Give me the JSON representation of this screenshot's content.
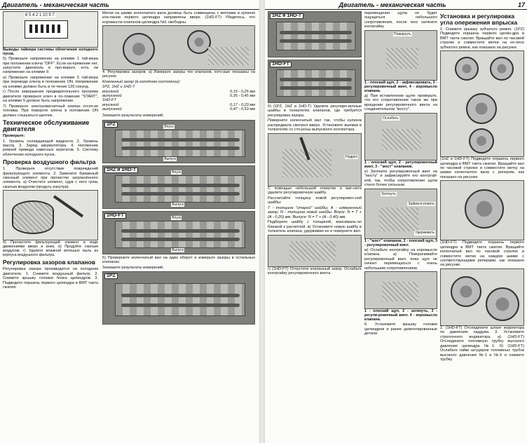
{
  "left": {
    "header": "Двигатель - механическая часть",
    "col1": {
      "fig_timer_labels": "6 5 4 2   1 10 9 7",
      "timer_caption": "Выводы таймера системы облегчения холодного пуска.",
      "p1": "5) Проверьте напряжение на клемме 1 тай-мера при положении ключа \"OFF\". Если на-пряжение нет, запустите двигатель и про-верьте, есть ли напряжение на клемме 9.",
      "p2": "а) Проверьте напряжение на клемме 5 тай-мера при переводе ключа в положение ON. Напряжение на клемме должно быть в те-чение 120 секунд.",
      "p3": "г) После завершения предварительного прогрева двигателя проверьте ключ в по-ложение \"START\", на клемме 5 должно быть напряжение.",
      "p4": "7) Проверьте электромагнитный клапан отсеч-ки топлива. При повороте ключа в положение ON должен слышаться щелчок.",
      "h_service": "Техническое обслуживание двигателя",
      "check_head": "Проверьте:",
      "check_items": "1. Уровень охлаждающей жидкости. 2. Уровень масла. 3. Заряд аккумулятора. 4. Натяжение ремней привода навесных агрегатов. 5. Систему облегчения холодного пуска.",
      "h_filter": "Проверка воздушного фильтра",
      "filter_text": "1. Проверьте отсутствие повреждений фильтрующего элемента. 2. Замените бумажный сменный элемент при прочистке загрязнённого элемента. а) Очистите элемент, сдув с него грязь сжатым воздухом (продуть изнутри).",
      "filter_caption": "б) Прочистите фильтрующий элемент в воде движениями вверх и вниз. в) Продуйте сжатым воздухом. г) Удалите влажной ветошью пыль из корпуса воздушного фильтра.",
      "h_valves": "Регулировка зазоров клапанов",
      "valves_text": "Регулировка зазора производится на холодном двигателе. 1. Снимите воздушный фильтр. 2. Снимите крышку головки блока цилиндров. 3. Подведите поршень первого цилиндра в ВМТ такта сжатия."
    },
    "col2": {
      "p_top": "Метки на шкиве коленчатого вала должны быть совмещены с метками и купачек кла-панов первого цилиндра направлены вверх. (1HD-FT) Убедитесь, что коромысла клапанов цилиндра №1 свободны.",
      "fig1_caption": "4. Регулировка зазоров. а) Измерьте зазоры тех клапанов, кото-рые показаны на рисунке.",
      "table_title": "Клапанный зазор (в холодном состоянии):",
      "table_rows": [
        {
          "k": "1PZ, 1HZ и 1HD-T",
          "v": ""
        },
        {
          "k": "впускной",
          "v": "0,15 - 0,25 мм"
        },
        {
          "k": "выпускной",
          "v": "0,35 - 0,45 мм"
        },
        {
          "k": "1HD-FT",
          "v": ""
        },
        {
          "k": "впускной",
          "v": "0,17 - 0,23 мм"
        },
        {
          "k": "выпускной",
          "v": "0,47 - 0,53 мм"
        }
      ],
      "save_results": "Запишите результаты измерений.",
      "fig_1pz": "1PZ",
      "fig_1hz": "1HZ и 1HD-T",
      "fig_1hdft": "1HD-FT",
      "intake": "Впуск",
      "exhaust": "Выпуск",
      "turn_note": "5) Проверните коленчатый вал на один оборот и измерьте зазоры в остальных клапанах.",
      "save_results2": "Запишите результаты измерений.",
      "fig_1pz_b": "1PZ"
    }
  },
  "right": {
    "header": "Двигатель - механическая часть",
    "page_number": "17",
    "col1": {
      "fig_1hz": "1HZ и 1HD-T",
      "fig_1hdft": "1HD-FT",
      "p1": "б) (1PZ, 1HZ и 1HD-T) Удалите регулиро-вочные шайбы в толкателях клапанов, где требуется регулировка зазора.",
      "p2": "Поверните коленчатый вал так, чтобы кулачок распредвала смотрел вверх. Установите выемки в толкателях со сто-роны выпускного коллектора.",
      "nadrez": "Надрез",
      "p3": "С помощью небольшой отвертки и маг-нита удалите регулировочную шайбу.",
      "formula_head": "Рассчитайте толщину новой регулировоч-ной шайбы:",
      "formula": "Т - толщина \"старой\" шайбы; А - измеренный зазор; N - толщина новой шайбы. Впуск: N = T + (A - 0,20) мм. Выпуск: N = T + (A - 0,40) мм.",
      "p4": "Подберите шайбу с толщиной, максималь-но близкой к расчетной. в) Установите новую шайбу в толкатель клапана, удерживая ее и поверните вал.",
      "p5": "г) (1HD-FT) Отпустите клапанный зазор. Ослабьте контргайку регулировочного винта."
    },
    "col2": {
      "p_top": "перемещения щупа не будет ощущаться небольшого сопротивления, после чего затяните контргайку.",
      "povernut": "Повернуть",
      "fig_caption1": "1 - плоский щуп, 2 - зафиксировать, 3 - регулировочный винт, 4 - коромысло клапана.",
      "p2": "д) При вставленном щупе проверьте, что его сопротивление такое же при вращении регулировочного винта на соединительном \"мосту\".",
      "oslabit": "Ослабить",
      "fig_caption2": "1 - плоский щуп, 2 - регулировочный винт, 3 - \"мост\" клапанов.",
      "p3": "е) Затяните регулировочный винт на \"мосту\" и зафиксируйте его контргай-кой, так, чтобы сопротивление щупа стало более сильным.",
      "zatyanut": "Затянуть",
      "zafiksirovat": "Зафикси-ровать",
      "uderzhat": "Удерживать",
      "fig_caption3": "1 - \"мост\" клапанов, 2 - плоский щуп, 3 - регулировочный винт.",
      "p4": "ж) Ослабьте контргайку на коромысле клапана. а) Поворачивайте регулировочный винт, пока щуп не начнет перемещаться с очень небольшим сопротивлением.",
      "fig_caption4": "1 - плоский щуп, 2 - затянуть, 3 - регули-ровочный винт, 4 - коромысло клапана.",
      "p5": "6. Установите крышку головки цилиндров и ранее демонтированные детали."
    },
    "col3": {
      "h_timing": "Установка и регулировка угла опережения впрыска",
      "p1": "1. Снимите крышку зубчатого ремня. (1PZ) Подведите поршень первого цилин-дра в ВМТ такта сжатия. Вращайте вал по часовой стрелке и совместите метки на ко-лесе зубчатого ремня, как показано на рисунке.",
      "p2": "(1HZ и 1HD-FT) Подведите поршень первого цилиндра в ВМТ такта сжатия. Вращайте вал по часовой стрелке и совместите метку на шкиве коленчатого вала с репером, как показано на рисунке.",
      "p3": "(1HD-FT) Подведите поршень первого цилиндра в ВМТ такта сжатия. Вращайте коленчатый вал по часовой стрелке и совместите метки на каждом шкиве с соответствующими реперами, как показано на рисунке.",
      "p4": "2. (1HD-FT) Отсоедините шланг корректора по давлению наддува. 3. Установите стрелочного индикатора. а) (1HD-FT) Отсоедините топливную трубку высокого давления цилиндра №1. б) (1HD-FT) Ослабьте гайки штуцеров топливных трубок высокого давления №1 и №6 и снимите трубку."
    }
  }
}
